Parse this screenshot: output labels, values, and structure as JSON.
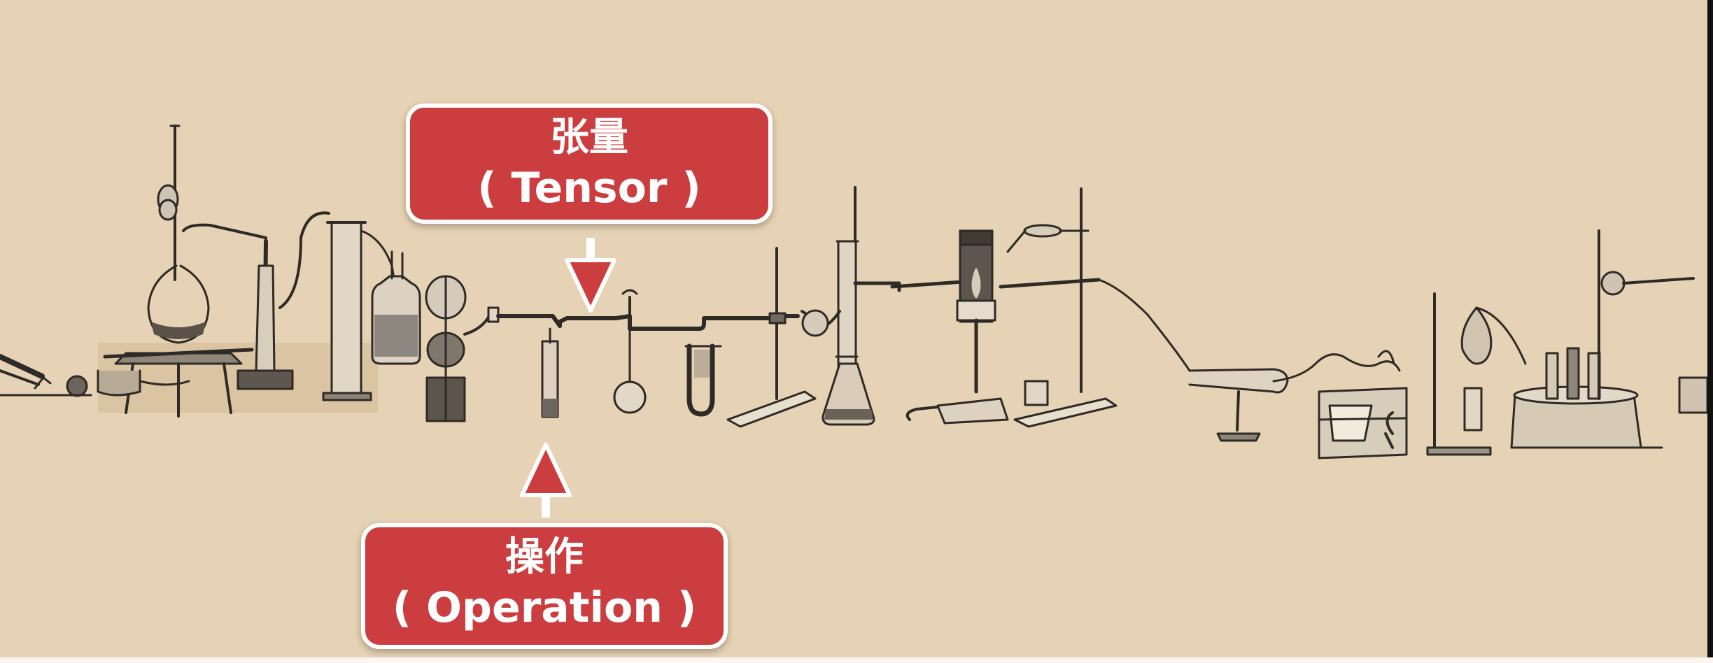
{
  "labels": {
    "tensor": {
      "zh": "张量",
      "en": "( Tensor )"
    },
    "operation": {
      "zh": "操作",
      "en": "( Operation )"
    }
  },
  "colors": {
    "background": "#e6d2b4",
    "label_fill": "#cb3d3f",
    "label_border": "#ffffff",
    "line_art": "#2e2a26"
  },
  "arrows": {
    "tensor": "down-arrow",
    "operation": "up-arrow"
  }
}
